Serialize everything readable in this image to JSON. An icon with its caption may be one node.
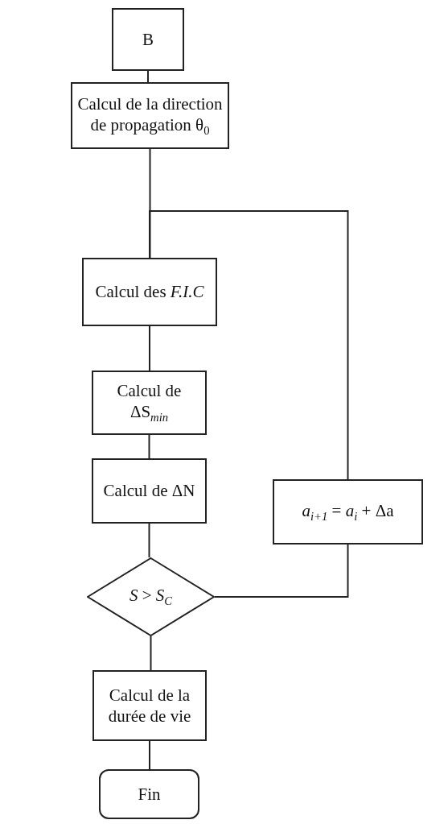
{
  "diagram": {
    "nodes": [
      {
        "text": [
          "B"
        ]
      },
      {
        "text": [
          "Calcul de la direction de propagation θ$_{0}$"
        ]
      },
      {
        "text": [
          "Calcul des *F.I.C*"
        ]
      },
      {
        "text": [
          "Calcul de ΔS$_{min}$"
        ]
      },
      {
        "text": [
          "Calcul de ΔN"
        ]
      },
      {
        "text": [
          "*S* > *S*$_{C}$"
        ]
      },
      {
        "text": [
          "*a*$_{i+1}$ = *a*$_{i}$ + Δa"
        ]
      },
      {
        "text": [
          "Calcul de la durée de vie"
        ]
      },
      {
        "text": [
          "Fin"
        ]
      }
    ],
    "edges": [
      {
        "from": 0,
        "to": 1,
        "arrow": "none"
      },
      {
        "from": 1,
        "to": 2,
        "arrow": "none"
      },
      {
        "from": 2,
        "to": 3,
        "arrow": "none"
      },
      {
        "from": 3,
        "to": 4,
        "arrow": "none"
      },
      {
        "from": 4,
        "to": 5,
        "arrow": "none"
      },
      {
        "from": 5,
        "to": 7,
        "arrow": "none"
      },
      {
        "from": 7,
        "to": 8,
        "arrow": "none"
      },
      {
        "from": 5,
        "to": 6,
        "arrow": "none"
      },
      {
        "from": 6,
        "to": 2,
        "arrow": "none"
      }
    ]
  }
}
